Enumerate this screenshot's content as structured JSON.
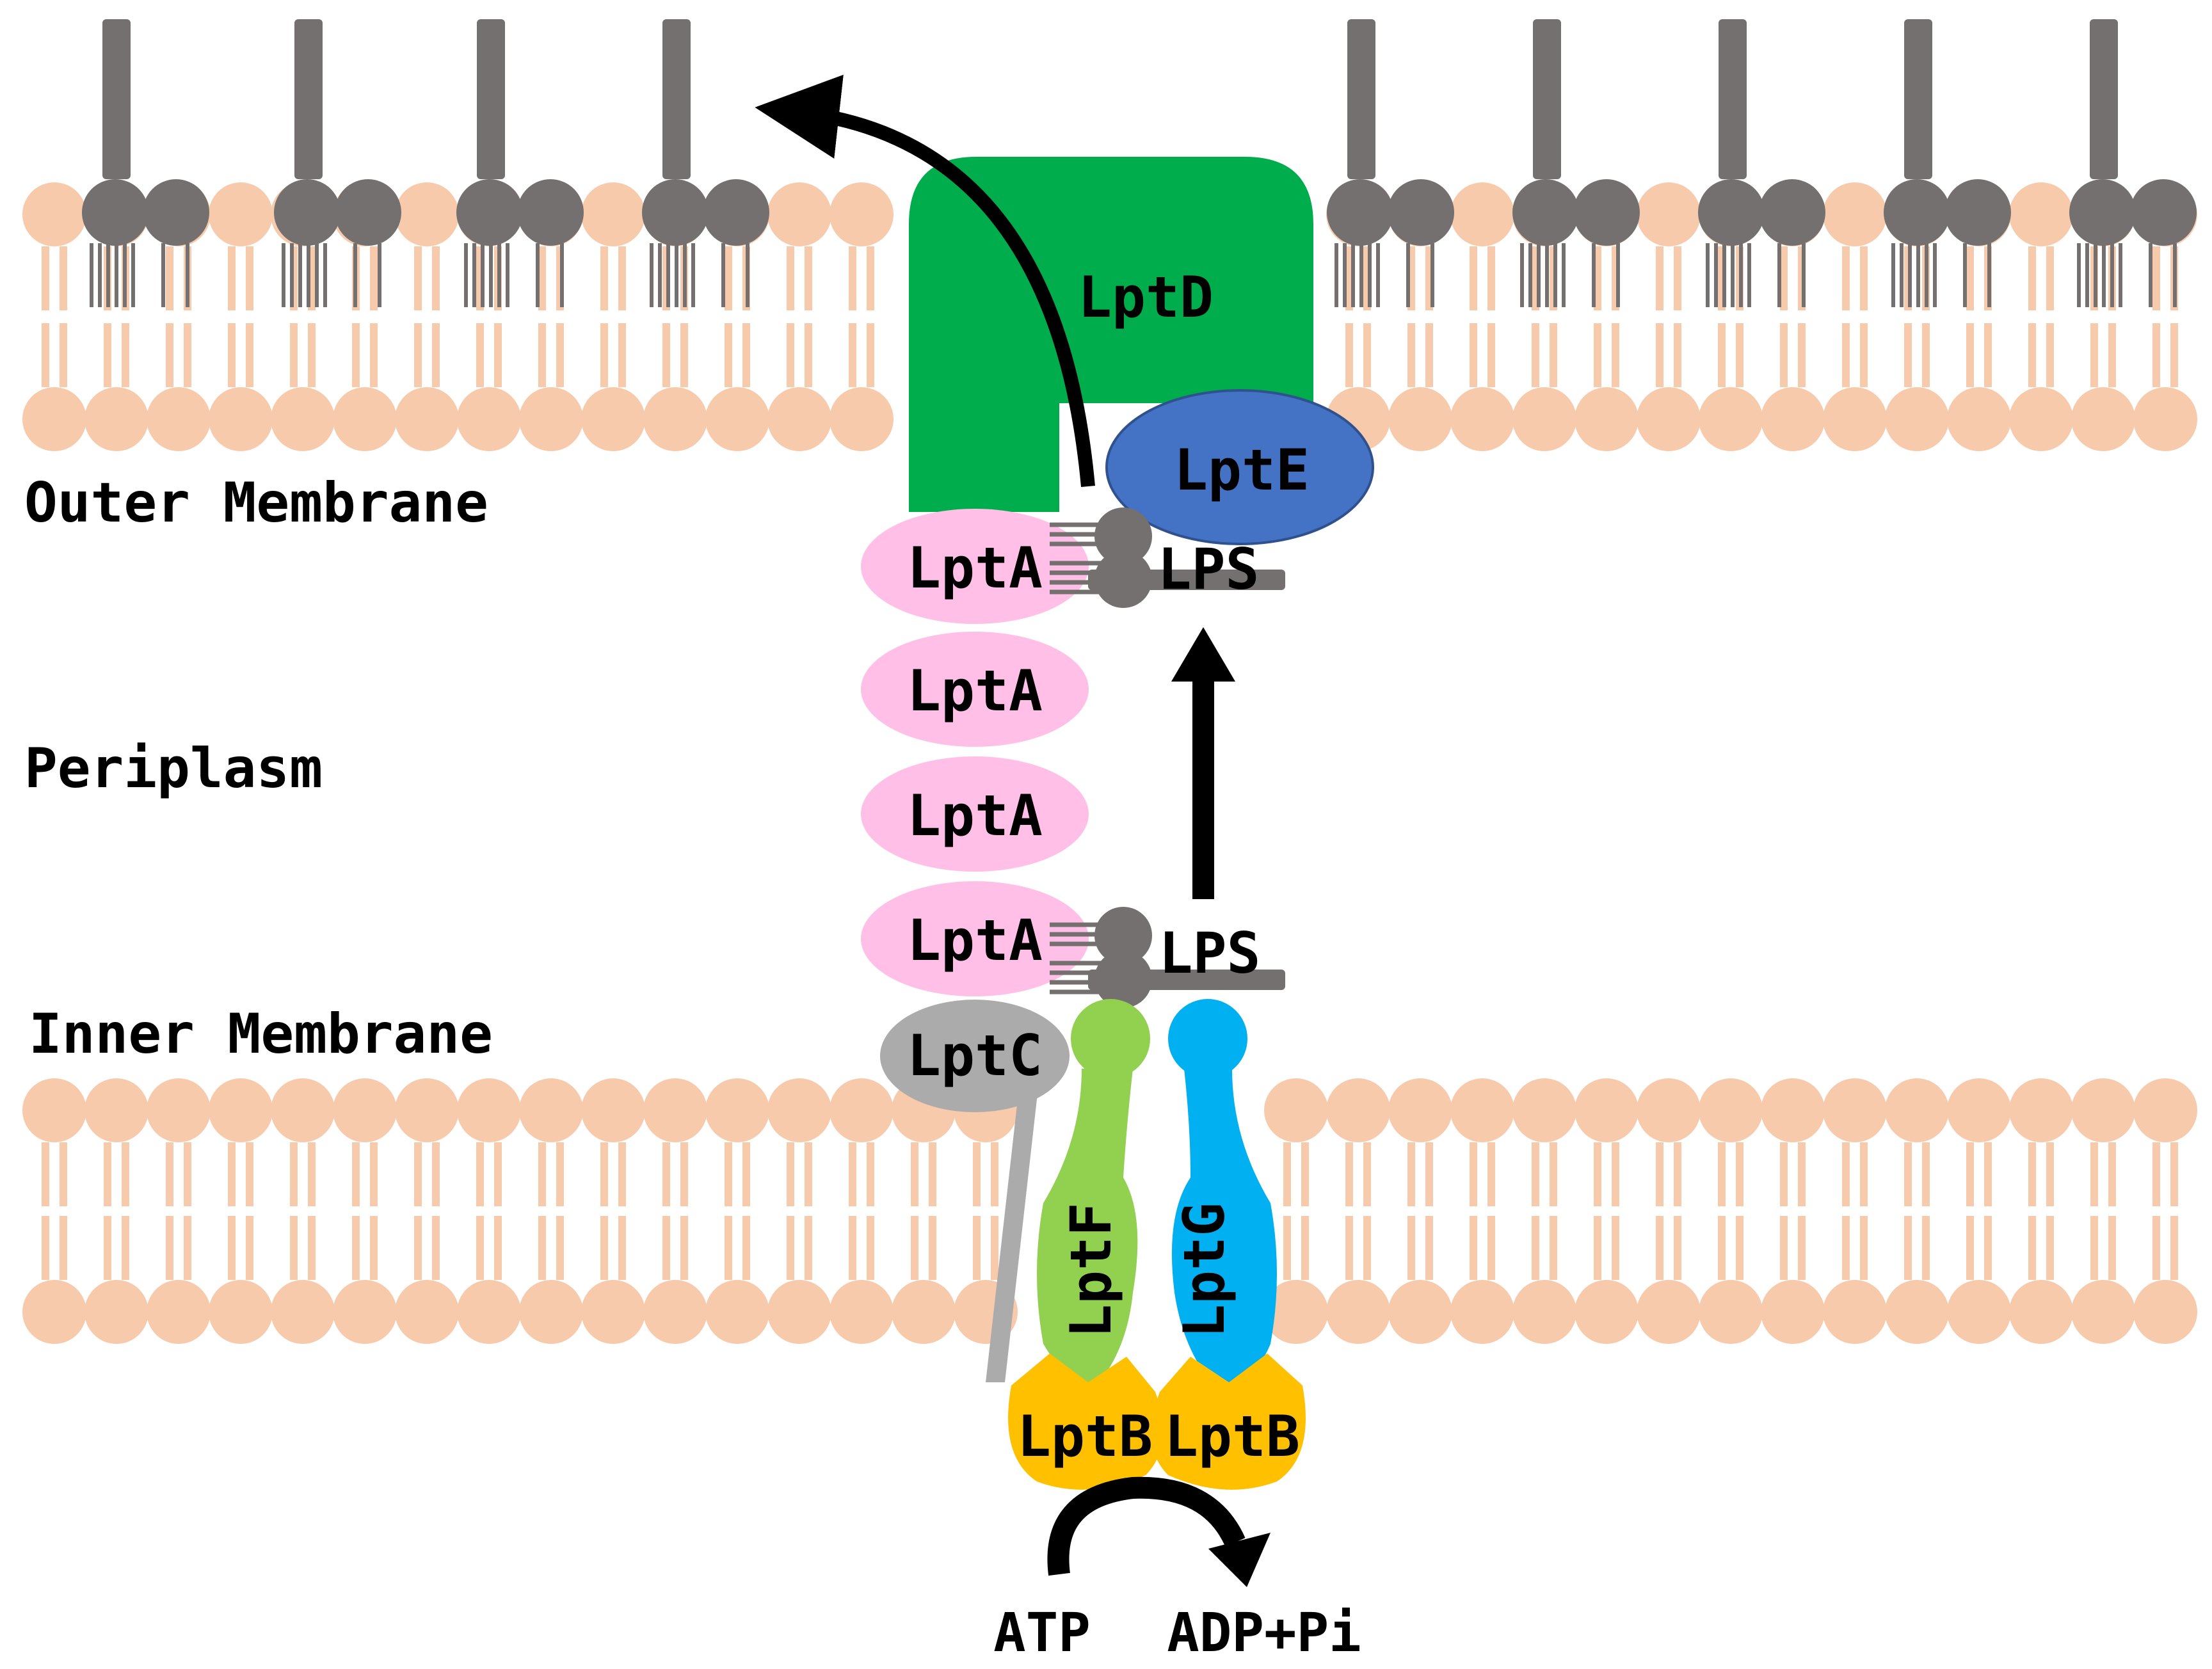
{
  "regions": {
    "outer_membrane": "Outer Membrane",
    "periplasm": "Periplasm",
    "inner_membrane": "Inner Membrane"
  },
  "proteins": {
    "lptd": "LptD",
    "lpte": "LptE",
    "lpta": [
      "LptA",
      "LptA",
      "LptA",
      "LptA"
    ],
    "lptc": "LptC",
    "lptf": "LptF",
    "lptg": "LptG",
    "lptb_left": "LptB",
    "lptb_right": "LptB"
  },
  "lps_labels": {
    "upper": "LPS",
    "lower": "LPS"
  },
  "atp_cycle": {
    "atp": "ATP",
    "adp": "ADP+Pi"
  },
  "colors": {
    "lipid_head": "#F6CAAB",
    "lps_gray": "#747070",
    "lptd": "#00AD4C",
    "lpte": "#4472C4",
    "lpta": "#FFBFE6",
    "lptc": "#ABABAB",
    "lptf": "#92D050",
    "lptg": "#00B0F0",
    "lptb": "#FFC000"
  }
}
